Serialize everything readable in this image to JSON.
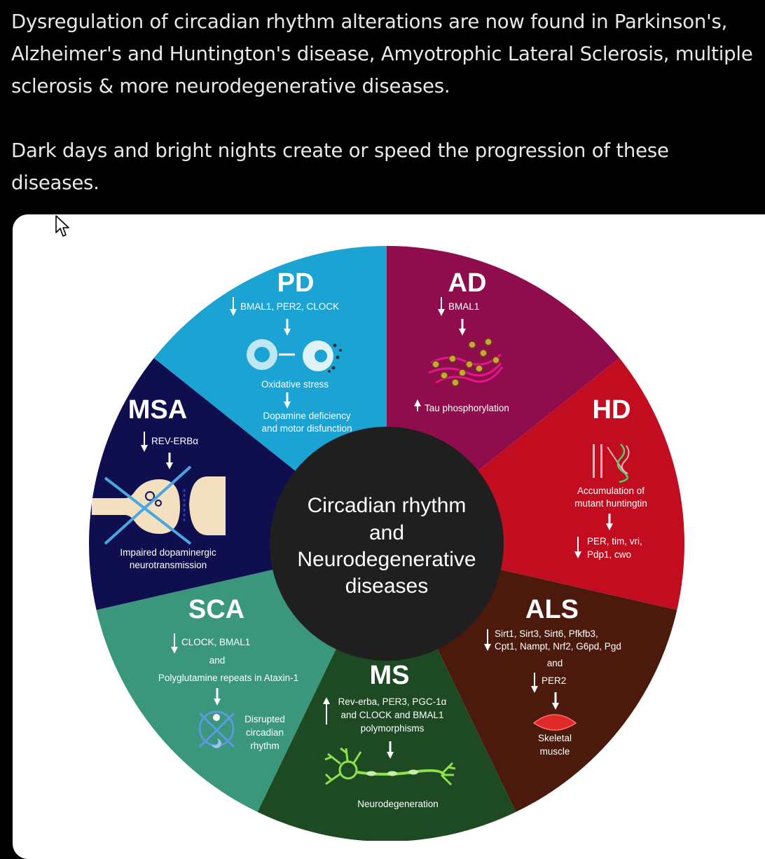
{
  "tweet": {
    "paragraphs": [
      "Dysregulation of circadian rhythm alterations are now found in Parkinson's, Alzheimer's and Huntington's disease, Amyotrophic Lateral Sclerosis, multiple sclerosis & more neurodegenerative diseases.",
      "Dark days and bright nights create or speed the progression of these diseases."
    ]
  },
  "diagram": {
    "center": [
      "Circadian rhythm",
      "and",
      "Neurodegenerative",
      "diseases"
    ],
    "colors": {
      "PD": "#1ba3d3",
      "AD": "#8f0d4c",
      "HD": "#c10d1f",
      "ALS": "#4b1a0c",
      "MS": "#1e4a23",
      "SCA": "#3a977b",
      "MSA": "#0f0e4e",
      "center": "#1f1f1f"
    },
    "segments": {
      "PD": {
        "title": "PD",
        "gene": "BMAL1, PER2, CLOCK",
        "step1": "Oxidative stress",
        "outcome": [
          "Dopamine deficiency",
          "and motor disfunction"
        ],
        "icon": "dopamine-vesicle-icon"
      },
      "AD": {
        "title": "AD",
        "gene": "BMAL1",
        "outcome": "Tau phosphorylation",
        "icon": "tau-tangle-icon"
      },
      "HD": {
        "title": "HD",
        "step1": [
          "Accumulation of",
          "mutant huntingtin"
        ],
        "genes": [
          "PER, tim, vri,",
          "Pdp1, cwo"
        ],
        "icon": "huntingtin-chromosome-icon"
      },
      "ALS": {
        "title": "ALS",
        "genes": [
          "Sirt1, Sirt3, Sirt6, Pfkfb3,",
          "Cpt1, Nampt, Nrf2, G6pd, Pgd"
        ],
        "and": "and",
        "gene2": "PER2",
        "outcome": [
          "Skeletal",
          "muscle"
        ],
        "icon": "skeletal-muscle-icon"
      },
      "MS": {
        "title": "MS",
        "genes": [
          "Rev-erba, PER3, PGC-1α",
          "and CLOCK and BMAL1",
          "polymorphisms"
        ],
        "outcome": "Neurodegeneration",
        "icon": "neuron-icon"
      },
      "SCA": {
        "title": "SCA",
        "gene": "CLOCK, BMAL1",
        "and": "and",
        "step1": "Polyglutamine repeats in Ataxin-1",
        "outcome": [
          "Disrupted",
          "circadian",
          "rhythm"
        ],
        "icon": "disrupted-rhythm-icon"
      },
      "MSA": {
        "title": "MSA",
        "gene": "REV-ERBα",
        "outcome": [
          "Impaired dopaminergic",
          "neurotransmission"
        ],
        "icon": "crossed-synapse-icon"
      }
    }
  }
}
